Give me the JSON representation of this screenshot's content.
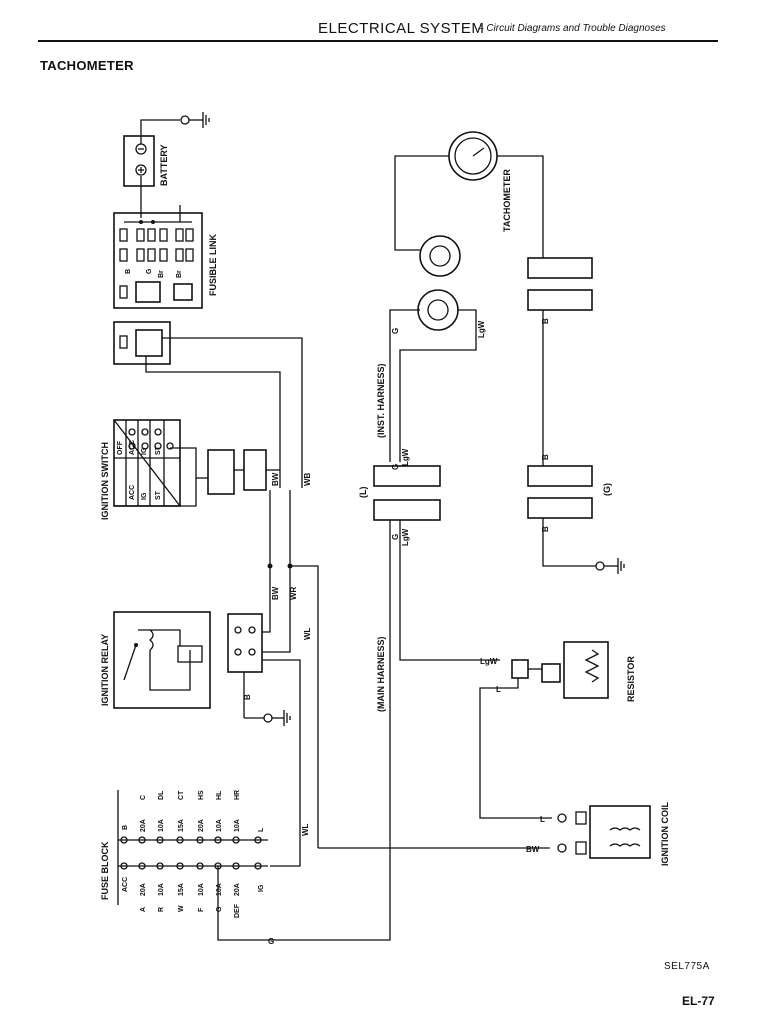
{
  "header": {
    "title": "ELECTRICAL SYSTEM",
    "subtitle": "– Circuit Diagrams and Trouble Diagnoses"
  },
  "section_title": "TACHOMETER",
  "components": {
    "battery": "BATTERY",
    "fusible_link": "FUSIBLE LINK",
    "ignition_switch": "IGNITION SWITCH",
    "ignition_relay": "IGNITION RELAY",
    "fuse_block": "FUSE BLOCK",
    "tachometer": "TACHOMETER",
    "resistor": "RESISTOR",
    "ignition_coil": "IGNITION COIL"
  },
  "harnesses": {
    "inst": "(INST. HARNESS)",
    "main": "(MAIN HARNESS)",
    "conn_l": "(L)",
    "conn_g": "(G)"
  },
  "wire_codes": {
    "B": "B",
    "G": "G",
    "Br": "Br",
    "BW": "BW",
    "WB": "WB",
    "WR": "WR",
    "WL": "WL",
    "LgW": "LgW",
    "L": "L"
  },
  "ignition_switch_positions": [
    "OFF",
    "ACC",
    "IG",
    "ST"
  ],
  "fuse_block": {
    "left_labels": [
      "ACC",
      "A",
      "R",
      "W",
      "F",
      "G",
      "DEF",
      "IG"
    ],
    "left_ratings": [
      "20A",
      "10A",
      "15A",
      "10A",
      "10A",
      "20A"
    ],
    "right_labels": [
      "B",
      "C",
      "DL",
      "CT",
      "HS",
      "HL",
      "HR",
      "L"
    ],
    "right_ratings": [
      "20A",
      "10A",
      "15A",
      "20A",
      "10A",
      "10A"
    ]
  },
  "footer": {
    "figure_id": "SEL775A",
    "page_number": "EL-77"
  }
}
